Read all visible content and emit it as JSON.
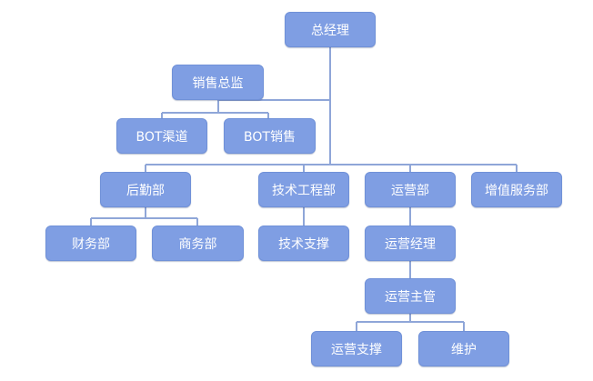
{
  "nodes": {
    "ceo": "总经理",
    "sales_director": "销售总监",
    "bot_channel": "BOT渠道",
    "bot_sales": "BOT销售",
    "logistics": "后勤部",
    "engineering": "技术工程部",
    "operations": "运营部",
    "value_added": "增值服务部",
    "finance": "财务部",
    "business": "商务部",
    "tech_support": "技术支撑",
    "ops_manager": "运营经理",
    "ops_supervisor": "运营主管",
    "ops_support": "运营支撑",
    "maintenance": "维护"
  },
  "colors": {
    "node_fill": "#7f9ee3",
    "node_text": "#ffffff",
    "connector": "#8fa6d8"
  }
}
